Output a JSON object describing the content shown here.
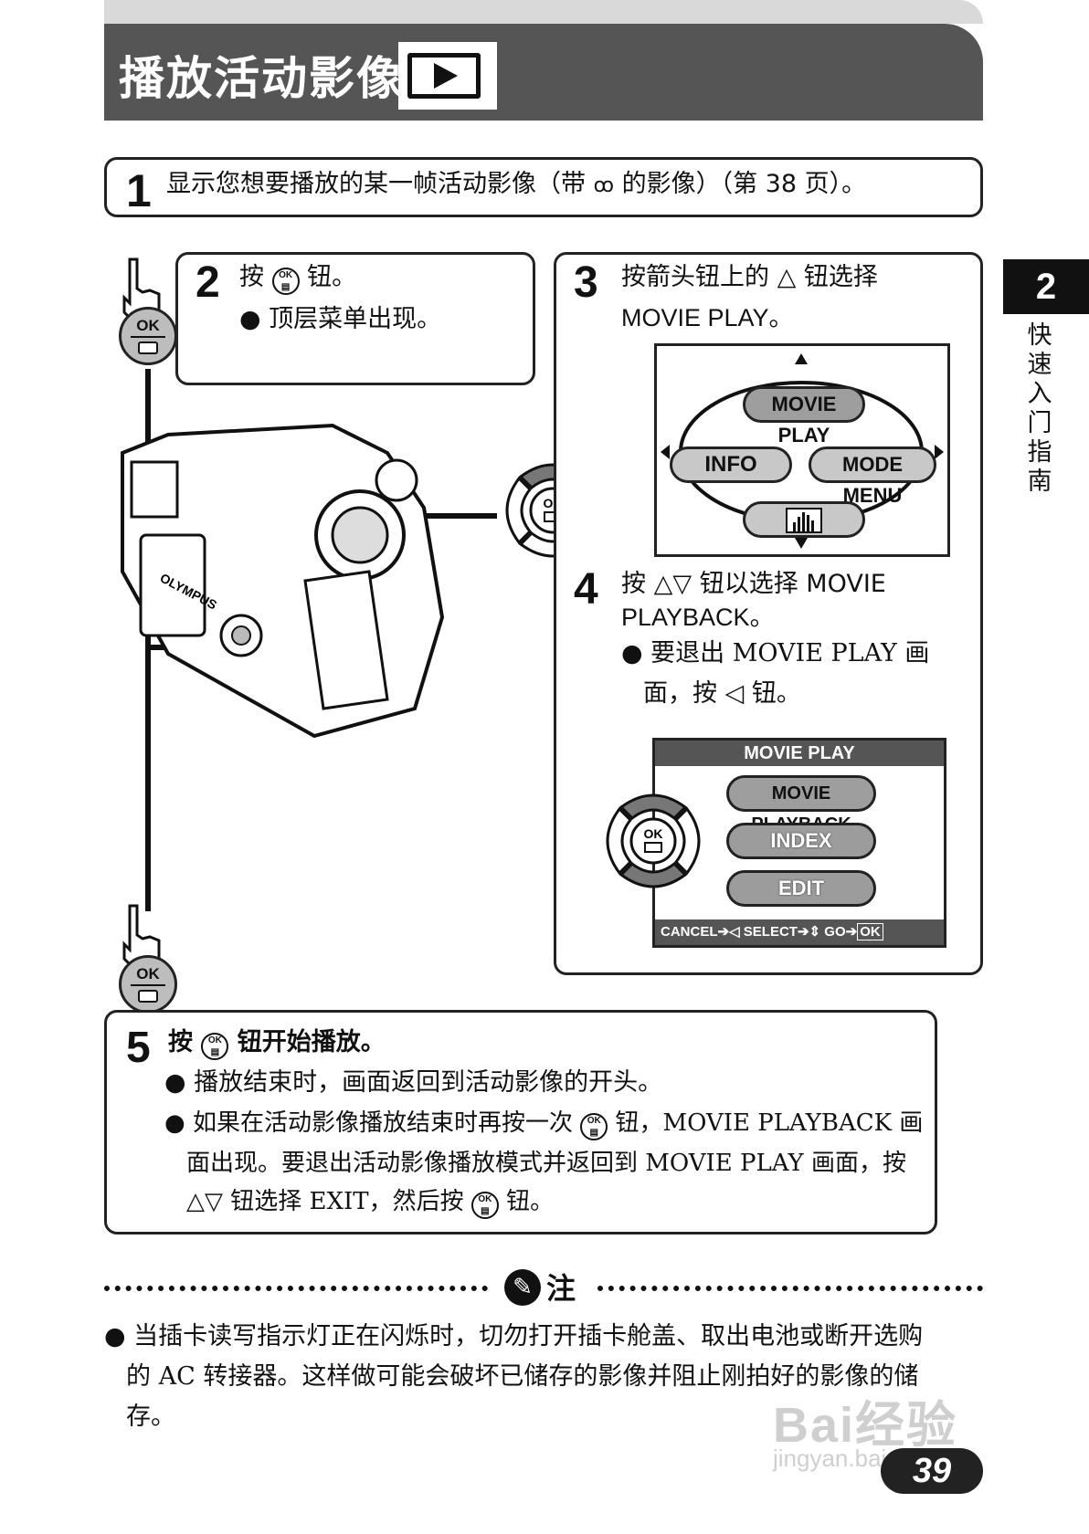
{
  "header": {
    "title": "播放活动影像"
  },
  "step1": {
    "num": "1",
    "text": "显示您想要播放的某一帧活动影像（带 ",
    "text2": " 的影像）（第 38 页）。"
  },
  "step2": {
    "num": "2",
    "title_a": "按 ",
    "title_b": " 钮。",
    "bullet": "● 顶层菜单出现。"
  },
  "step3": {
    "num": "3",
    "line1": "按箭头钮上的  △ 钮选择",
    "line2": "MOVIE PLAY。"
  },
  "top_menu": {
    "up": "MOVIE PLAY",
    "left": "INFO",
    "right": "MODE MENU"
  },
  "step4": {
    "num": "4",
    "line1": "按 △▽  钮以选择 MOVIE",
    "line2": "PLAYBACK。",
    "bullet1": "● 要退出 MOVIE PLAY 画",
    "bullet2": "面，按 ◁  钮。"
  },
  "movie_menu": {
    "title": "MOVIE PLAY",
    "items": [
      "MOVIE PLAYBACK",
      "INDEX",
      "EDIT"
    ],
    "footer_cancel": "CANCEL",
    "footer_select": "SELECT",
    "footer_go": "GO",
    "footer_ok": "OK"
  },
  "ok_label": "OK",
  "camera_brand": "OLYMPUS",
  "step5": {
    "num": "5",
    "title_a": "按 ",
    "title_b": " 钮开始播放。",
    "b1": "● 播放结束时，画面返回到活动影像的开头。",
    "b2a": "● 如果在活动影像播放结束时再按一次 ",
    "b2b": " 钮，MOVIE PLAYBACK 画",
    "b3": "面出现。要退出活动影像播放模式并返回到 MOVIE PLAY 画面，按",
    "b4a": "△▽  钮选择 EXIT，然后按 ",
    "b4b": " 钮。"
  },
  "note": {
    "label": "注",
    "line1": "● 当插卡读写指示灯正在闪烁时，切勿打开插卡舱盖、取出电池或断开选购",
    "line2": "的 AC 转接器。这样做可能会破坏已储存的影像并阻止刚拍好的影像的储",
    "line3": "存。"
  },
  "side": {
    "tab": "2",
    "text": "快速入门指南"
  },
  "page_number": "39",
  "watermark": {
    "main": "Bai经验",
    "sub": "jingyan.baidu.com"
  }
}
